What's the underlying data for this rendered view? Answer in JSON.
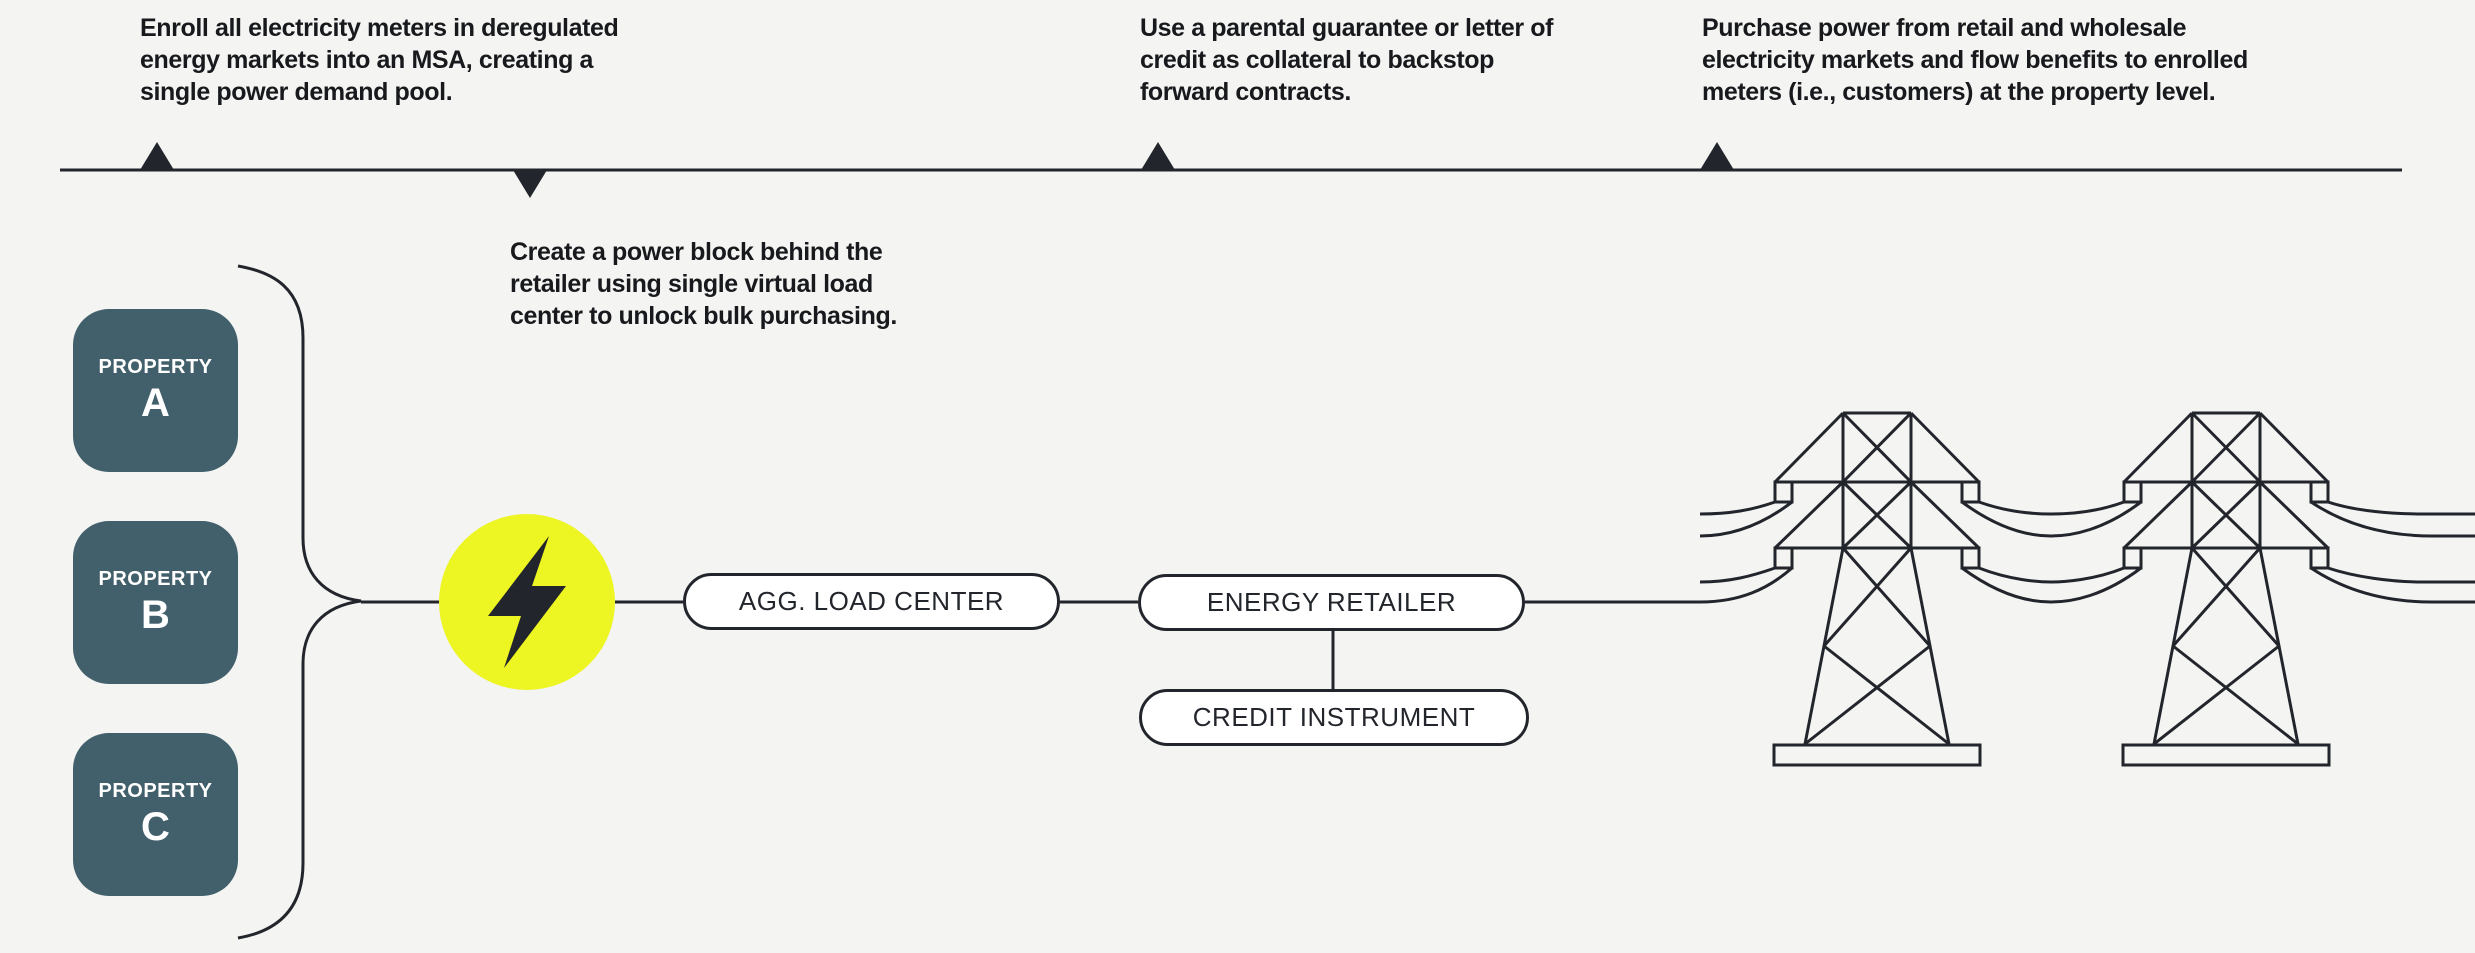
{
  "colors": {
    "background": "#f4f4f2",
    "ink": "#22252b",
    "teal": "#41606b",
    "yellow": "#edf522",
    "white": "#ffffff",
    "text": "#17191d"
  },
  "annotations": {
    "enroll": {
      "text": "Enroll all electricity meters in deregulated\nenergy markets into an MSA, creating a\nsingle power demand pool."
    },
    "collateral": {
      "text": "Use a parental guarantee or letter of\ncredit as collateral to backstop\nforward contracts."
    },
    "purchase": {
      "text": "Purchase power from retail and wholesale\nelectricity markets and flow benefits to enrolled\nmeters (i.e., customers) at the property level."
    },
    "power_block": {
      "text": "Create a power block behind the\nretailer using single virtual load\ncenter to unlock bulk purchasing."
    }
  },
  "properties": [
    {
      "label": "PROPERTY",
      "letter": "A"
    },
    {
      "label": "PROPERTY",
      "letter": "B"
    },
    {
      "label": "PROPERTY",
      "letter": "C"
    }
  ],
  "nodes": {
    "agg_load_center": "AGG. LOAD CENTER",
    "energy_retailer": "ENERGY RETAILER",
    "credit_instrument": "CREDIT INSTRUMENT"
  },
  "icons": {
    "lightning-bolt-icon": "black lightning bolt in yellow circle",
    "transmission-towers-icon": "two lattice transmission towers with four sagging power lines",
    "brace-icon": "curly brace gathering the three properties",
    "timeline-marker-up-icon": "upward triangle on timeline",
    "timeline-marker-down-icon": "downward triangle under timeline"
  }
}
